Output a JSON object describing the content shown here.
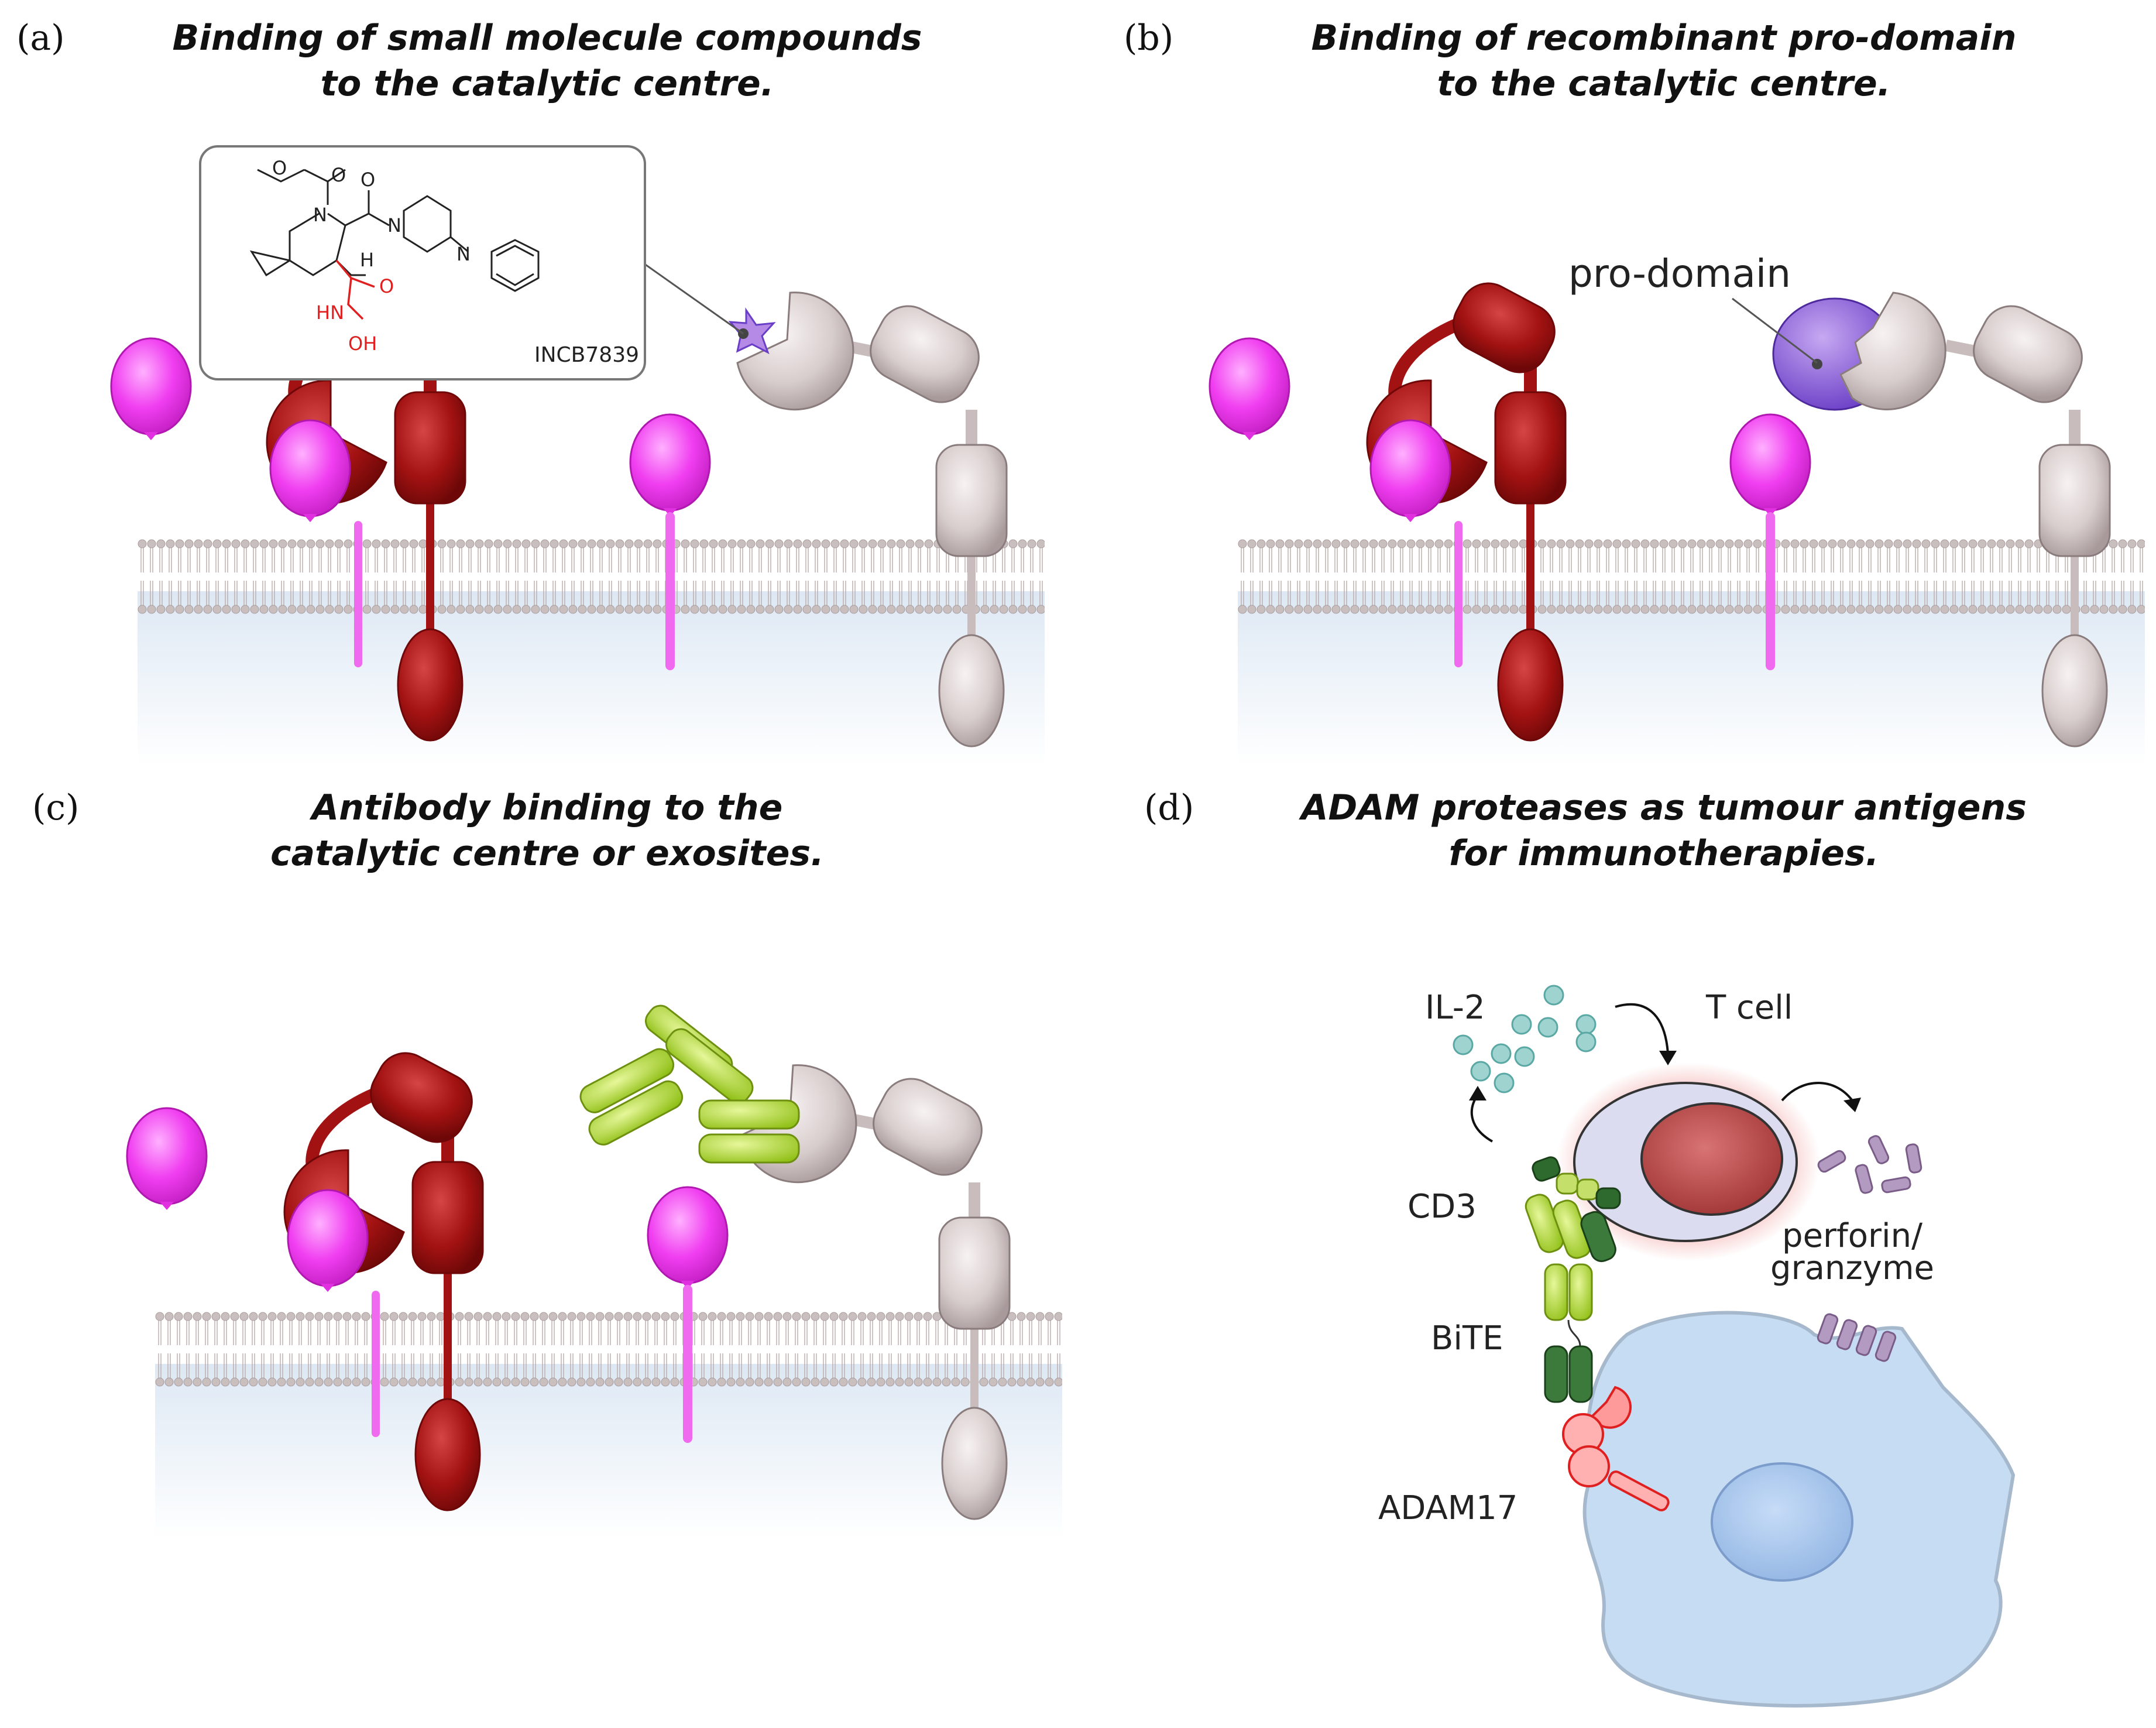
{
  "panels": {
    "a": {
      "letter": "(a)",
      "title_1": "Binding of small molecule compounds",
      "title_2": "to the catalytic centre.",
      "compound": "INCB7839"
    },
    "b": {
      "letter": "(b)",
      "title_1": "Binding of recombinant pro-domain",
      "title_2": "to the catalytic centre.",
      "label": "pro-domain"
    },
    "c": {
      "letter": "(c)",
      "title_1": "Antibody binding to the",
      "title_2": "catalytic centre or exosites."
    },
    "d": {
      "letter": "(d)",
      "title_1": "ADAM proteases as tumour antigens",
      "title_2": "for immunotherapies.",
      "il2": "IL-2",
      "tcell": "T cell",
      "cd3": "CD3",
      "bite": "BiTE",
      "adam17": "ADAM17",
      "perforin_1": "perforin/",
      "perforin_2": "granzyme"
    }
  },
  "chem_atoms": {
    "o1": "O",
    "o2": "O",
    "o3": "O",
    "o4": "O",
    "n1": "N",
    "n2": "N",
    "n3": "N",
    "h": "H",
    "hn": "HN",
    "oh": "OH"
  },
  "colors": {
    "dark_red": "#a31212",
    "grey_protein": "#d8cdcd",
    "magenta": "#f03ef0",
    "membrane_bead": "#c9bcbc",
    "cytosol": "#e6eef7",
    "antibody_green": "#a6d419",
    "prodomain_purple": "#7a4ed0",
    "tumour_cell": "#c6dcf3",
    "tcell_glow": "#f3a7a7"
  }
}
